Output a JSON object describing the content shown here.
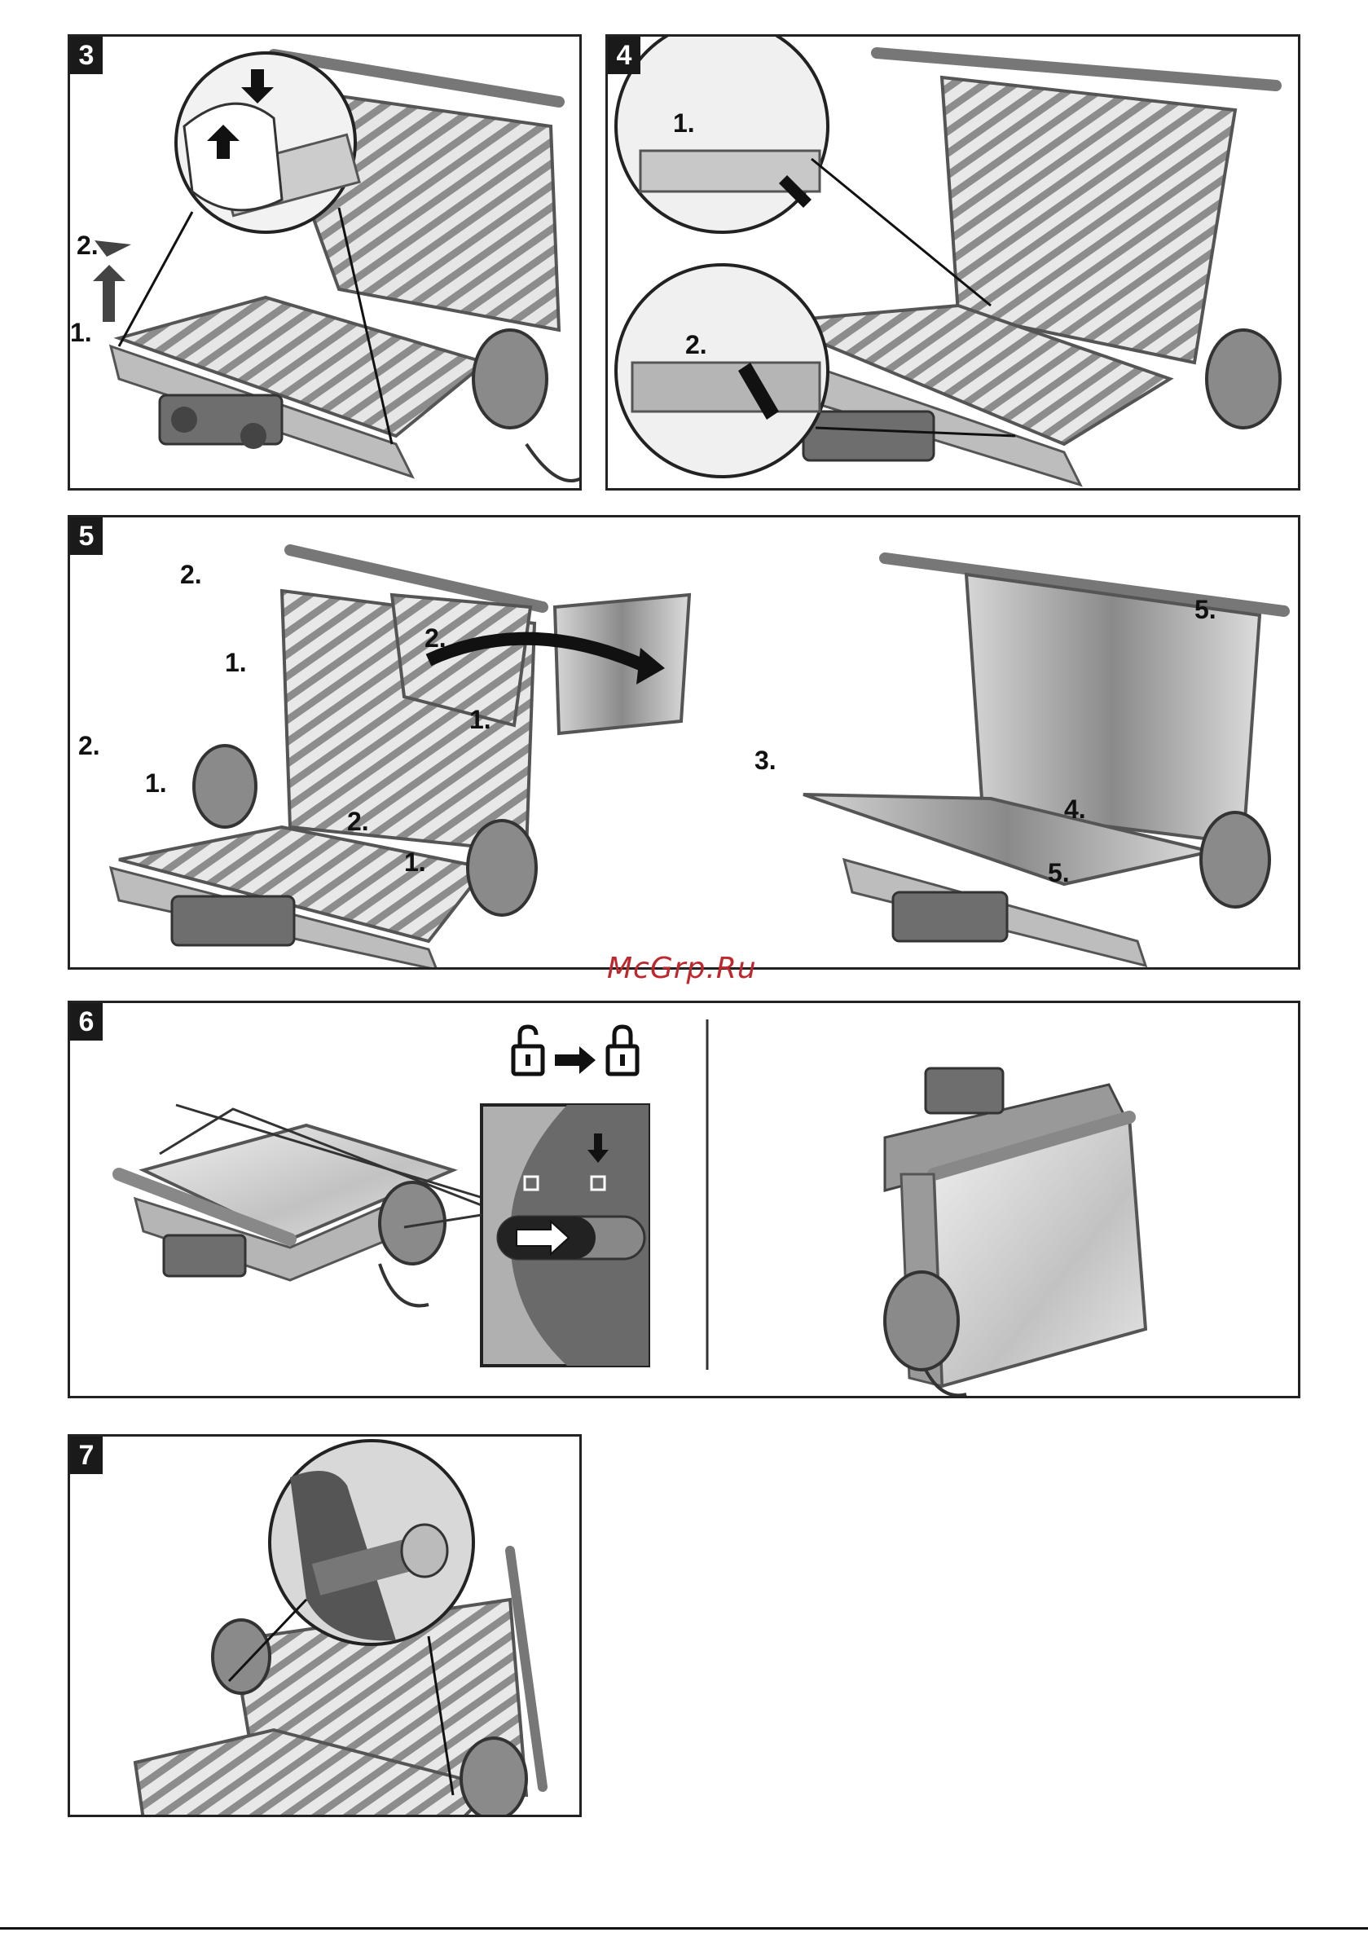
{
  "figures": [
    {
      "number": "3",
      "steps": [
        "2.",
        "1."
      ]
    },
    {
      "number": "4",
      "steps": [
        "1.",
        "2."
      ]
    },
    {
      "number": "5",
      "steps": [
        "2.",
        "1.",
        "2.",
        "1.",
        "2.",
        "1.",
        "2.",
        "1.",
        "3.",
        "5.",
        "4.",
        "5."
      ]
    },
    {
      "number": "6",
      "lock_icons": [
        "unlock-icon",
        "arrow-right-icon",
        "lock-icon"
      ]
    },
    {
      "number": "7",
      "steps": []
    }
  ],
  "watermark": "McGrp.Ru",
  "colors": {
    "border": "#222222",
    "watermark": "#c0272d",
    "metal": "#9a9a9a"
  }
}
